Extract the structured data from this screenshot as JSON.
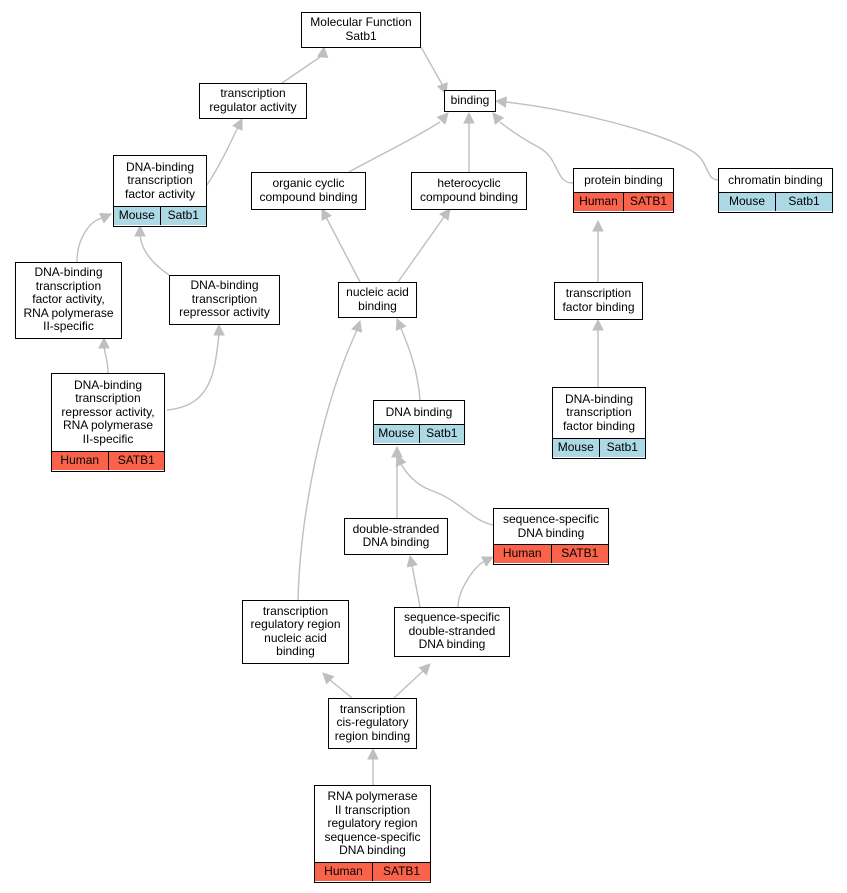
{
  "colors": {
    "mouse": "#add8e6",
    "human": "#fa6349",
    "edge": "#bfbfbf"
  },
  "nodes": {
    "mf": {
      "label": "Molecular Function\nSatb1"
    },
    "tra": {
      "label": "transcription\nregulator activity"
    },
    "binding": {
      "label": "binding"
    },
    "dbtfa": {
      "label": "DNA-binding\ntranscription\nfactor activity",
      "species": "Mouse",
      "gene": "Satb1"
    },
    "ocb": {
      "label": "organic cyclic\ncompound binding"
    },
    "hcb": {
      "label": "heterocyclic\ncompound binding"
    },
    "pb": {
      "label": "protein binding",
      "species": "Human",
      "gene": "SATB1"
    },
    "cb": {
      "label": "chromatin binding",
      "species": "Mouse",
      "gene": "Satb1"
    },
    "dbtfa2": {
      "label": "DNA-binding\ntranscription\nfactor activity,\nRNA polymerase\nII-specific"
    },
    "dbtra": {
      "label": "DNA-binding\ntranscription\nrepressor activity"
    },
    "nab": {
      "label": "nucleic acid\nbinding"
    },
    "tfb": {
      "label": "transcription\nfactor binding"
    },
    "dbtra2": {
      "label": "DNA-binding\ntranscription\nrepressor activity,\nRNA polymerase\nII-specific",
      "species": "Human",
      "gene": "SATB1"
    },
    "dnab": {
      "label": "DNA binding",
      "species": "Mouse",
      "gene": "Satb1"
    },
    "dbtfa3": {
      "label": "DNA-binding\ntranscription\nfactor binding",
      "species": "Mouse",
      "gene": "Satb1"
    },
    "ssdb": {
      "label": "sequence-specific\nDNA binding",
      "species": "Human",
      "gene": "SATB1"
    },
    "dsdb": {
      "label": "double-stranded\nDNA binding"
    },
    "trrnab": {
      "label": "transcription\nregulatory region\nnucleic acid\nbinding"
    },
    "ssdsdb": {
      "label": "sequence-specific\ndouble-stranded\nDNA binding"
    },
    "tcrrb": {
      "label": "transcription\ncis-regulatory\nregion binding"
    },
    "rnap": {
      "label": "RNA polymerase\nII transcription\nregulatory region\nsequence-specific\nDNA binding",
      "species": "Human",
      "gene": "SATB1"
    }
  }
}
